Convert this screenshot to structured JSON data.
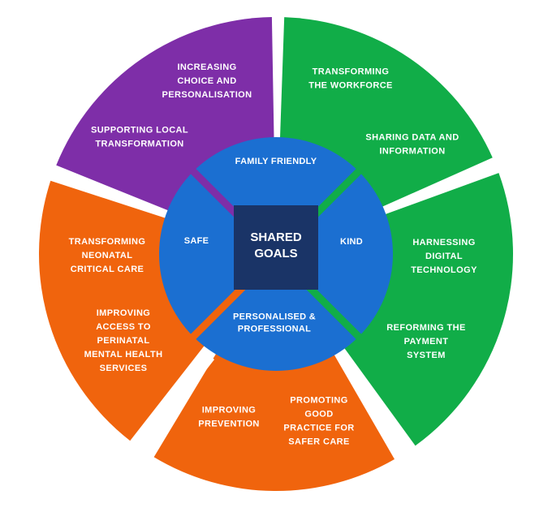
{
  "colors": {
    "purple": "#7e2ea8",
    "green": "#11ad48",
    "orange": "#f0640d",
    "blue_inner": "#1b6fd1",
    "blue_dark": "#1a3467",
    "white": "#ffffff"
  },
  "center": {
    "line1": "SHARED",
    "line2": "GOALS"
  },
  "inner_ring": {
    "top": {
      "lines": [
        "FAMILY FRIENDLY"
      ]
    },
    "right": {
      "lines": [
        "KIND"
      ]
    },
    "bottom": {
      "lines": [
        "PERSONALISED &",
        "PROFESSIONAL"
      ]
    },
    "left": {
      "lines": [
        "SAFE"
      ]
    }
  },
  "outer_segments": {
    "purple": {
      "items": [
        {
          "lines": [
            "INCREASING",
            "CHOICE AND",
            "PERSONALISATION"
          ]
        },
        {
          "lines": [
            "SUPPORTING LOCAL",
            "TRANSFORMATION"
          ]
        }
      ]
    },
    "green_upper": {
      "items": [
        {
          "lines": [
            "TRANSFORMING",
            "THE WORKFORCE"
          ]
        },
        {
          "lines": [
            "SHARING DATA AND",
            "INFORMATION"
          ]
        }
      ]
    },
    "green_lower": {
      "items": [
        {
          "lines": [
            "HARNESSING",
            "DIGITAL",
            "TECHNOLOGY"
          ]
        },
        {
          "lines": [
            "REFORMING THE",
            "PAYMENT",
            "SYSTEM"
          ]
        }
      ]
    },
    "orange_bottom": {
      "items": [
        {
          "lines": [
            "IMPROVING",
            "PREVENTION"
          ]
        },
        {
          "lines": [
            "PROMOTING",
            "GOOD",
            "PRACTICE FOR",
            "SAFER CARE"
          ]
        }
      ]
    },
    "orange_left": {
      "items": [
        {
          "lines": [
            "TRANSFORMING",
            "NEONATAL",
            "CRITICAL CARE"
          ]
        },
        {
          "lines": [
            "IMPROVING",
            "ACCESS TO",
            "PERINATAL",
            "MENTAL HEALTH",
            "SERVICES"
          ]
        }
      ]
    }
  }
}
